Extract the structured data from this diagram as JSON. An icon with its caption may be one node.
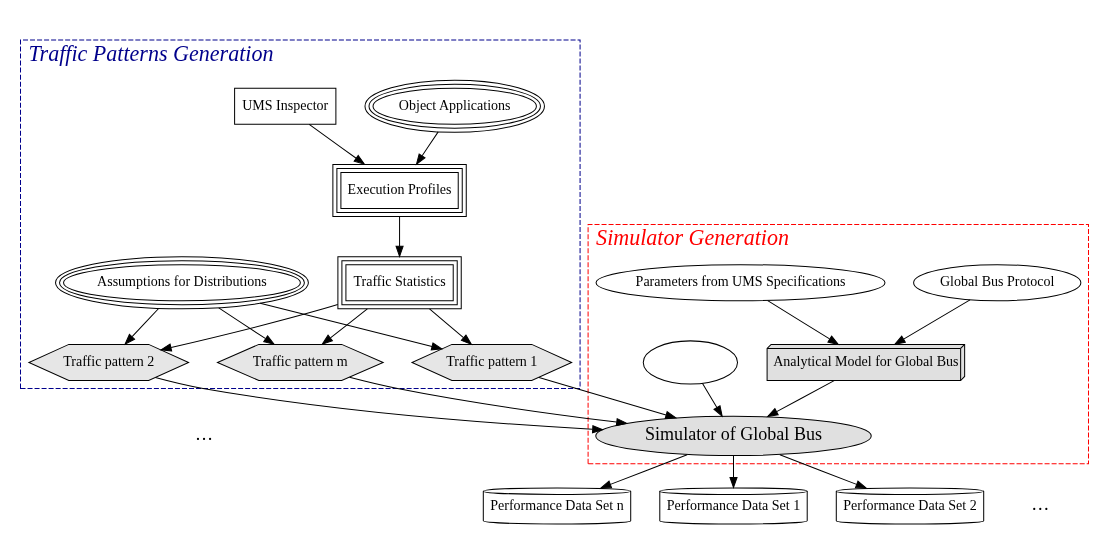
{
  "diagram": {
    "nodes": [
      {
        "text": [
          "Traffic Patterns Generation"
        ]
      },
      {
        "text": [
          "Object Applications"
        ],
        "in": 0
      },
      {
        "text": [
          "UMS Inspector"
        ],
        "in": 0
      },
      {
        "text": [
          "Execution Profiles"
        ],
        "in": 0
      },
      {
        "text": [
          "Traffic Statistics"
        ],
        "in": 0
      },
      {
        "text": [
          "Assumptions for Distributions"
        ],
        "in": 0
      },
      {
        "text": [
          "Traffic pattern 1"
        ],
        "in": 0
      },
      {
        "text": [
          "Traffic pattern 2"
        ],
        "in": 0
      },
      {
        "text": [
          "Traffic pattern m"
        ],
        "in": 0
      },
      {
        "text": [
          "Simulator Generation"
        ]
      },
      {
        "text": [
          "Global Bus Protocol"
        ],
        "in": 9
      },
      {
        "text": [
          "Parameters from UMS Specifications"
        ],
        "in": 9
      },
      {
        "text": [
          "Analytical Model for Global Bus"
        ],
        "in": 9
      },
      {
        "text": [],
        "shape": "ellipse",
        "in": 9
      },
      {
        "text": [
          "Simulator of Global Bus"
        ],
        "in": 9
      },
      {
        "text": [
          "Performance Data Set 1"
        ]
      },
      {
        "text": [
          "Performance Data Set 2"
        ]
      },
      {
        "text": [
          "Performance Data Set n"
        ]
      }
    ],
    "edges": [
      {
        "from": 1,
        "to": 3,
        "arrow": "to"
      },
      {
        "from": 2,
        "to": 3,
        "arrow": "to"
      },
      {
        "from": 3,
        "to": 4,
        "arrow": "to"
      },
      {
        "from": 4,
        "to": 6,
        "arrow": "to"
      },
      {
        "from": 4,
        "to": 7,
        "arrow": "to"
      },
      {
        "from": 4,
        "to": 8,
        "arrow": "to"
      },
      {
        "from": 5,
        "to": 6,
        "arrow": "to"
      },
      {
        "from": 5,
        "to": 7,
        "arrow": "to"
      },
      {
        "from": 5,
        "to": 8,
        "arrow": "to"
      },
      {
        "from": 6,
        "to": 14,
        "arrow": "to"
      },
      {
        "from": 7,
        "to": 14,
        "arrow": "to"
      },
      {
        "from": 8,
        "to": 14,
        "arrow": "to"
      },
      {
        "from": 10,
        "to": 12,
        "arrow": "to"
      },
      {
        "from": 11,
        "to": 12,
        "arrow": "to"
      },
      {
        "from": 12,
        "to": 14,
        "arrow": "to"
      },
      {
        "from": 13,
        "to": 14,
        "arrow": "to"
      },
      {
        "from": 14,
        "to": 15,
        "arrow": "to"
      },
      {
        "from": 14,
        "to": 16,
        "arrow": "to"
      },
      {
        "from": 14,
        "to": 17,
        "arrow": "to"
      }
    ],
    "labels": [
      "…",
      "…"
    ]
  }
}
